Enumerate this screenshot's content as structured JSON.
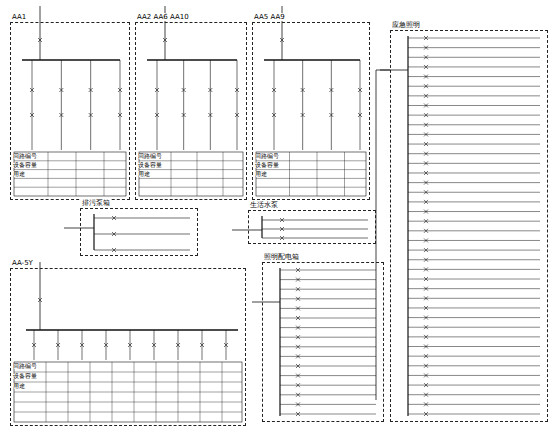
{
  "diagram": {
    "nodes": [
      {
        "text": [
          "AA1"
        ]
      },
      {
        "text": [
          "AA2 AA6 AA10"
        ]
      },
      {
        "text": [
          "AA5 AA9"
        ]
      },
      {
        "text": [
          "AA-5Y"
        ]
      },
      {
        "text": [
          "排污泵箱"
        ]
      },
      {
        "text": [
          "生活水泵"
        ]
      },
      {
        "text": [
          "照明配电箱"
        ]
      },
      {
        "text": [
          "应急照明"
        ]
      }
    ],
    "labels": [
      "回路编号",
      "设备容量",
      "用途",
      "回路编号",
      "设备容量",
      "用途",
      "回路编号",
      "设备容量",
      "用途",
      "回路编号",
      "设备容量",
      "用途"
    ]
  }
}
